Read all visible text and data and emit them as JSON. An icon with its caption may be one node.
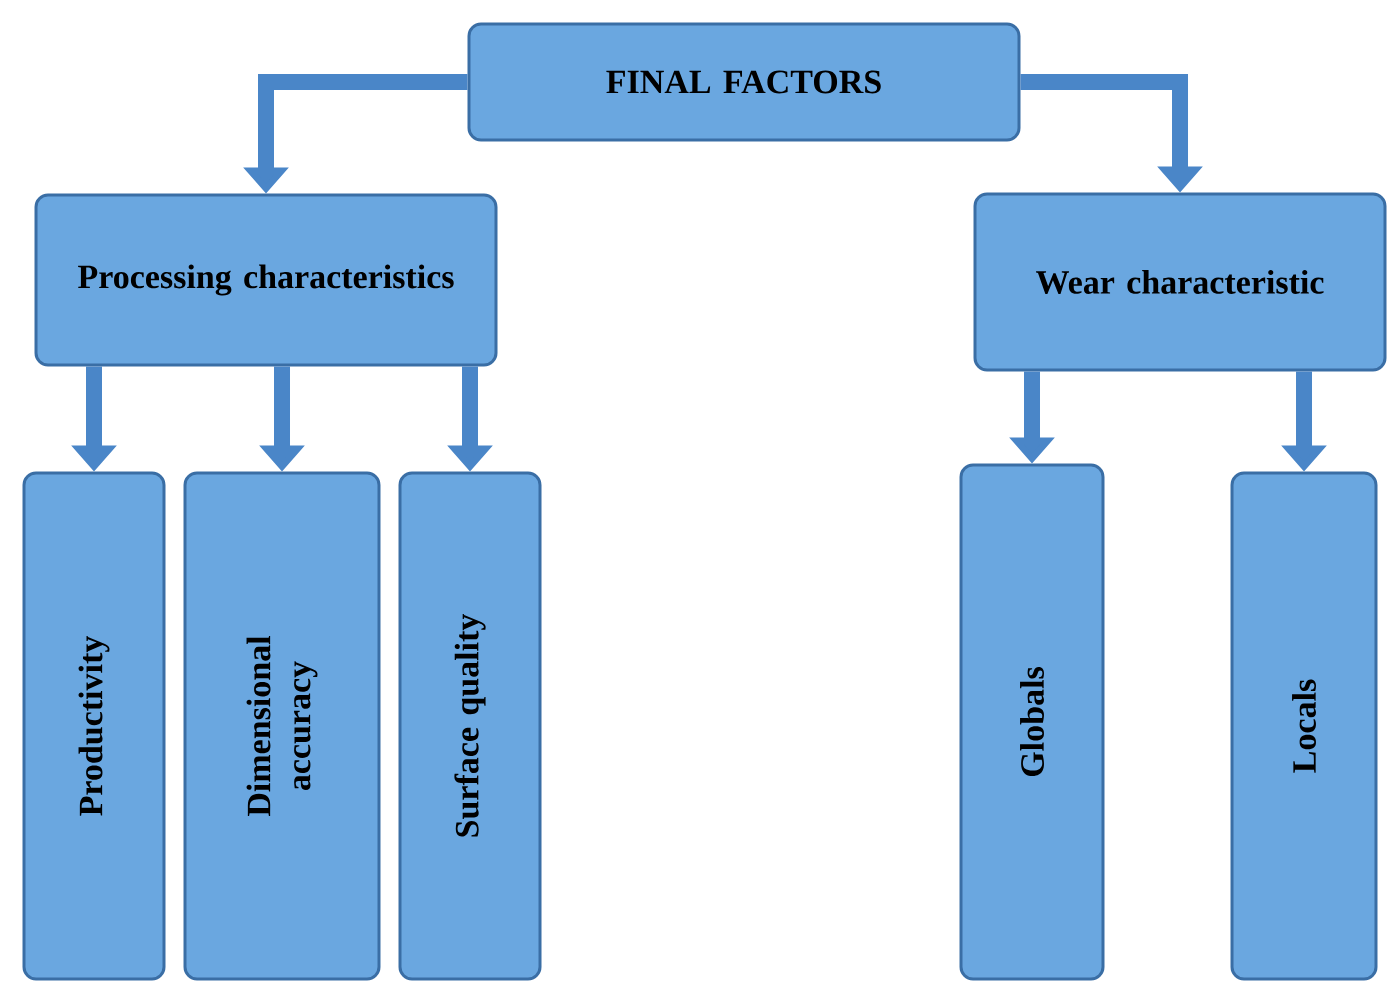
{
  "diagram": {
    "nodes": [
      {
        "text": [
          "FINAL FACTORS"
        ]
      },
      {
        "text": [
          "Processing characteristics"
        ]
      },
      {
        "text": [
          "Wear characteristic"
        ]
      },
      {
        "text": [
          "Productivity"
        ]
      },
      {
        "text": [
          "Dimensional accuracy"
        ]
      },
      {
        "text": [
          "Surface quality"
        ]
      },
      {
        "text": [
          "Globals"
        ]
      },
      {
        "text": [
          "Locals"
        ]
      }
    ],
    "edges": [
      {
        "from": 0,
        "to": 1,
        "arrow": "to"
      },
      {
        "from": 0,
        "to": 2,
        "arrow": "to"
      },
      {
        "from": 1,
        "to": 3,
        "arrow": "to"
      },
      {
        "from": 1,
        "to": 4,
        "arrow": "to"
      },
      {
        "from": 1,
        "to": 5,
        "arrow": "to"
      },
      {
        "from": 2,
        "to": 6,
        "arrow": "to"
      },
      {
        "from": 2,
        "to": 7,
        "arrow": "to"
      }
    ]
  }
}
